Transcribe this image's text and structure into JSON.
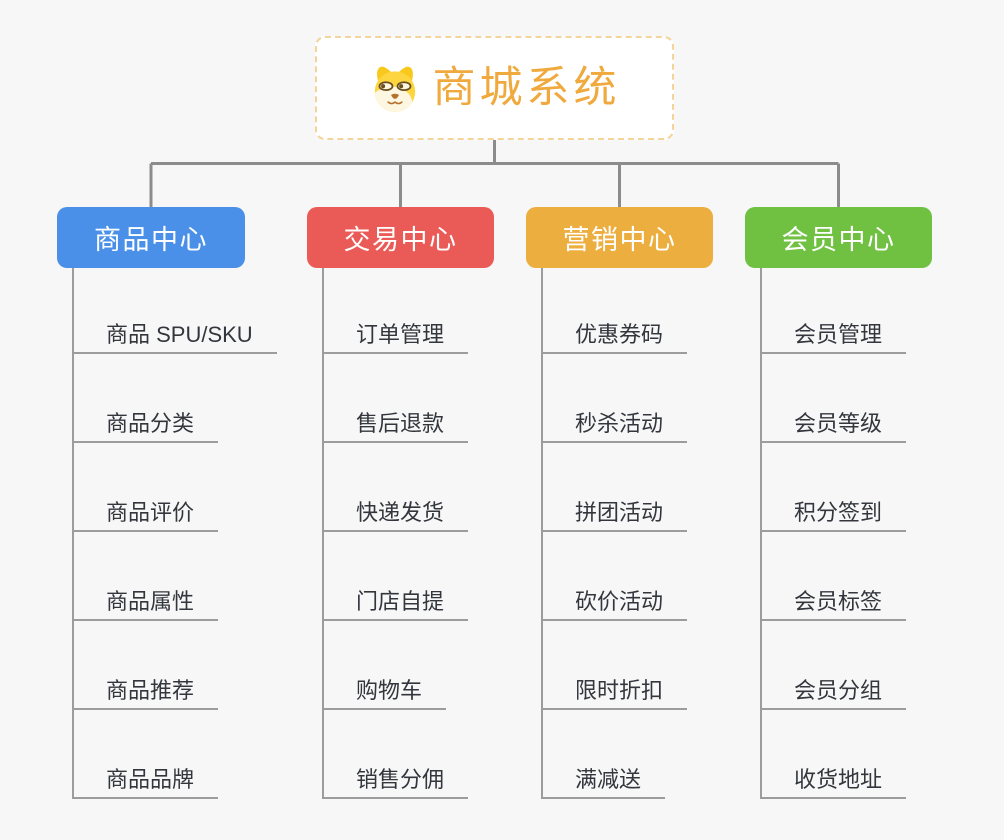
{
  "root": {
    "title": "商城系统",
    "icon": "dog-face-icon"
  },
  "branches": [
    {
      "label": "商品中心",
      "color": "#4a90e8",
      "children": [
        "商品 SPU/SKU",
        "商品分类",
        "商品评价",
        "商品属性",
        "商品推荐",
        "商品品牌"
      ]
    },
    {
      "label": "交易中心",
      "color": "#ea5b57",
      "children": [
        "订单管理",
        "售后退款",
        "快递发货",
        "门店自提",
        "购物车",
        "销售分佣"
      ]
    },
    {
      "label": "营销中心",
      "color": "#ecae3e",
      "children": [
        "优惠券码",
        "秒杀活动",
        "拼团活动",
        "砍价活动",
        "限时折扣",
        "满减送"
      ]
    },
    {
      "label": "会员中心",
      "color": "#70c142",
      "children": [
        "会员管理",
        "会员等级",
        "积分签到",
        "会员标签",
        "会员分组",
        "收货地址"
      ]
    }
  ],
  "colors": {
    "background": "#f7f7f7",
    "root_border": "#f5d49c",
    "root_text": "#f0a93c",
    "connector": "#8c8c8c",
    "sub_connector": "#9c9c9c",
    "sub_text": "#33373d",
    "branch_text": "#ffffff"
  }
}
